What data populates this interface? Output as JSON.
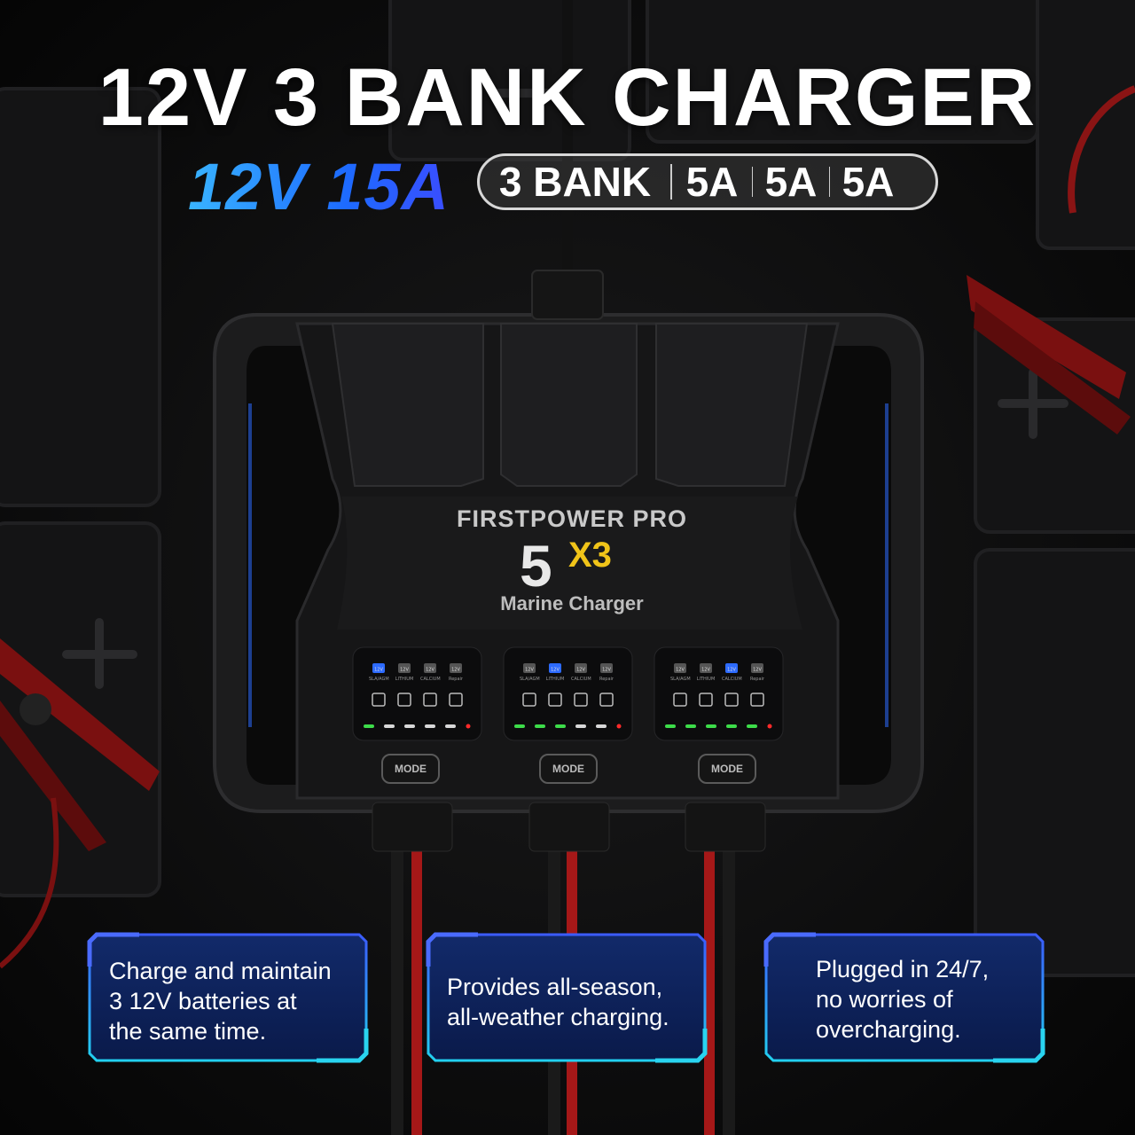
{
  "header": {
    "title": "12V 3 BANK CHARGER",
    "subtitle": "12V 15A",
    "spec_bank": "3 BANK",
    "spec_amps": [
      "5A",
      "5A",
      "5A"
    ]
  },
  "product": {
    "brand": "FIRSTPOWER PRO",
    "model_number": "5",
    "model_multiplier": "X3",
    "name": "Marine Charger"
  },
  "banks": [
    {
      "mode_label": "MODE",
      "battery_labels": [
        "12V",
        "12V",
        "12V",
        "12V"
      ],
      "type_labels": [
        "SLA/AGM",
        "LITHIUM",
        "CALCIUM",
        "Repair"
      ],
      "active_type": 0,
      "progress_leds_lit": 1
    },
    {
      "mode_label": "MODE",
      "battery_labels": [
        "12V",
        "12V",
        "12V",
        "12V"
      ],
      "type_labels": [
        "SLA/AGM",
        "LITHIUM",
        "CALCIUM",
        "Repair"
      ],
      "active_type": 1,
      "progress_leds_lit": 3
    },
    {
      "mode_label": "MODE",
      "battery_labels": [
        "12V",
        "12V",
        "12V",
        "12V"
      ],
      "type_labels": [
        "SLA/AGM",
        "LITHIUM",
        "CALCIUM",
        "Repair"
      ],
      "active_type": 2,
      "progress_leds_lit": 5
    }
  ],
  "features": [
    {
      "lines": [
        "Charge and maintain",
        "3 12V batteries at",
        "the same time."
      ]
    },
    {
      "lines": [
        "Provides all-season,",
        "all-weather charging."
      ]
    },
    {
      "lines": [
        "Plugged in 24/7,",
        "no worries of",
        "overcharging."
      ]
    }
  ],
  "colors": {
    "accent_blue": "#1d6bff",
    "accent_cyan": "#29d4f0",
    "led_green": "#3ddc4a",
    "led_red": "#ff2a2a",
    "model_yellow": "#f0c419",
    "cable_red": "#c21d1d"
  }
}
